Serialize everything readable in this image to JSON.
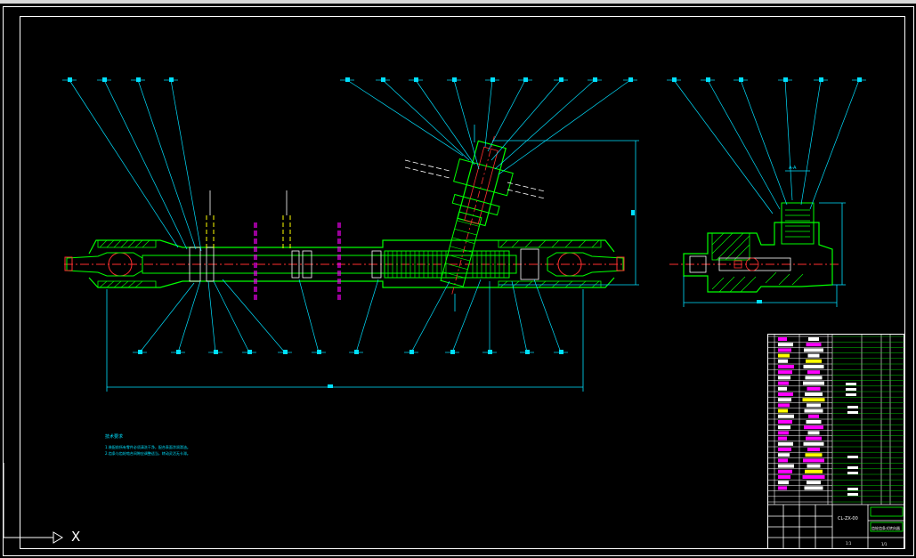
{
  "drawing": {
    "ucs_axis_label": "X",
    "technical_requirements": {
      "title": "技术要求",
      "lines": [
        "1.装配前所有零件必须清洗干净，配合表面涂润滑油。",
        "2.齿条与齿轮啮合间隙应调整适当，转动灵活无卡滞。"
      ]
    },
    "title_block": {
      "drawing_number": "CL-ZX-00",
      "drawing_name": "齿轮齿条式转向器",
      "scale": "1:1",
      "sheet": "1/1"
    },
    "dimension_label": "A-A",
    "colors": {
      "cyan": "#00e0ff",
      "green": "#00ff00",
      "magenta": "#ff00ff",
      "yellow": "#ffff00",
      "white": "#ffffff",
      "red": "#ff3030",
      "sheet_background": "#000000"
    }
  }
}
